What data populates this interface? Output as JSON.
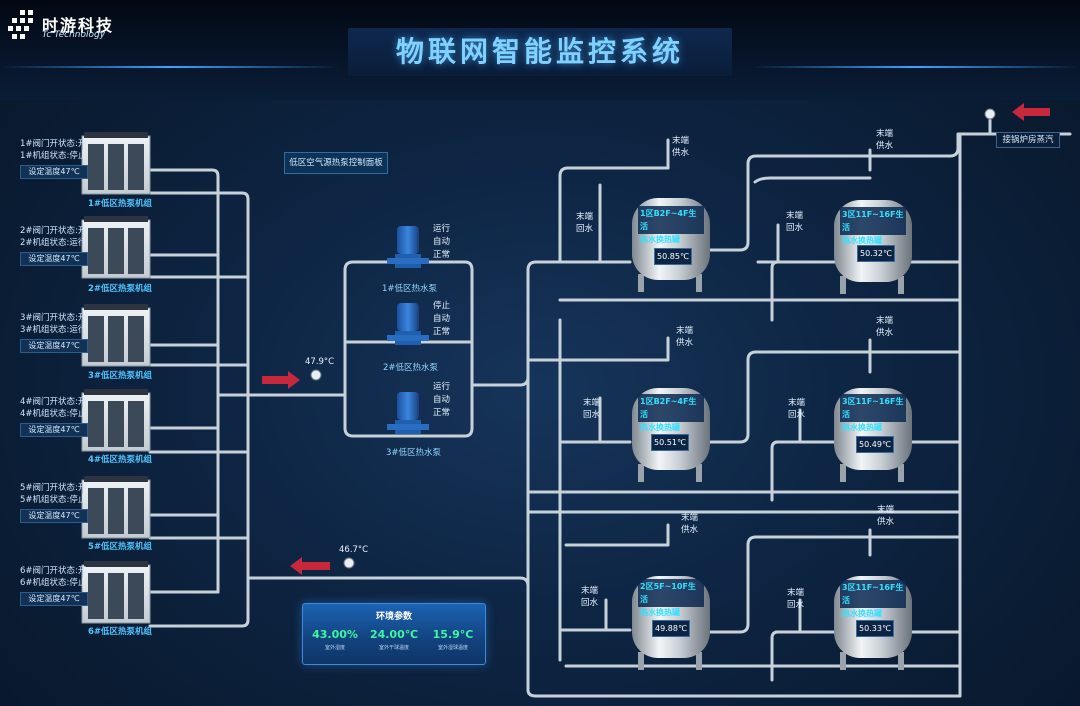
{
  "header": {
    "logo_text": "时游科技",
    "logo_sub": "Tc Technology",
    "title": "物联网智能监控系统"
  },
  "panel_button": "低区空气源热泵控制面板",
  "boiler_label": "接锅炉房蒸汽",
  "units": [
    {
      "valve": "1#阀门开状态:开",
      "machine": "1#机组状态:停止",
      "temp": "设定温度47℃",
      "name": "1#低区热泵机组"
    },
    {
      "valve": "2#阀门开状态:开",
      "machine": "2#机组状态:运行",
      "temp": "设定温度47℃",
      "name": "2#低区热泵机组"
    },
    {
      "valve": "3#阀门开状态:开",
      "machine": "3#机组状态:运行",
      "temp": "设定温度47℃",
      "name": "3#低区热泵机组"
    },
    {
      "valve": "4#阀门开状态:开",
      "machine": "4#机组状态:停止",
      "temp": "设定温度47℃",
      "name": "4#低区热泵机组"
    },
    {
      "valve": "5#阀门开状态:开",
      "machine": "5#机组状态:停止",
      "temp": "设定温度47℃",
      "name": "5#低区热泵机组"
    },
    {
      "valve": "6#阀门开状态:开",
      "machine": "6#机组状态:停止",
      "temp": "设定温度47℃",
      "name": "6#低区热泵机组"
    }
  ],
  "pumps": [
    {
      "name": "1#低区热水泵",
      "s1": "运行",
      "s2": "自动",
      "s3": "正常"
    },
    {
      "name": "2#低区热水泵",
      "s1": "停止",
      "s2": "自动",
      "s3": "正常"
    },
    {
      "name": "3#低区热水泵",
      "s1": "运行",
      "s2": "自动",
      "s3": "正常"
    }
  ],
  "gauges": {
    "supply": "47.9°C",
    "return": "46.7°C"
  },
  "end_labels": {
    "supply_1": "末端",
    "supply_2": "供水",
    "return_1": "末端",
    "return_2": "回水"
  },
  "tanks": [
    {
      "l1": "1区B2F~4F生活",
      "l2": "热水换热罐",
      "temp": "50.85℃"
    },
    {
      "l1": "3区11F~16F生活",
      "l2": "热水换热罐",
      "temp": "50.32℃"
    },
    {
      "l1": "1区B2F~4F生活",
      "l2": "热水换热罐",
      "temp": "50.51℃"
    },
    {
      "l1": "3区11F~16F生活",
      "l2": "热水换热罐",
      "temp": "50.49℃"
    },
    {
      "l1": "2区5F~10F生活",
      "l2": "热水换热罐",
      "temp": "49.88℃"
    },
    {
      "l1": "3区11F~16F生活",
      "l2": "热水换热罐",
      "temp": "50.33℃"
    }
  ],
  "environment": {
    "title": "环境参数",
    "items": [
      {
        "value": "43.00%",
        "label": "室外湿度"
      },
      {
        "value": "24.00℃",
        "label": "室外干球温度"
      },
      {
        "value": "15.9°C",
        "label": "室外湿球温度"
      }
    ]
  },
  "colors": {
    "accent": "#4fc6ff",
    "env_value": "#3ff5a0",
    "arrow": "#c8283c"
  }
}
